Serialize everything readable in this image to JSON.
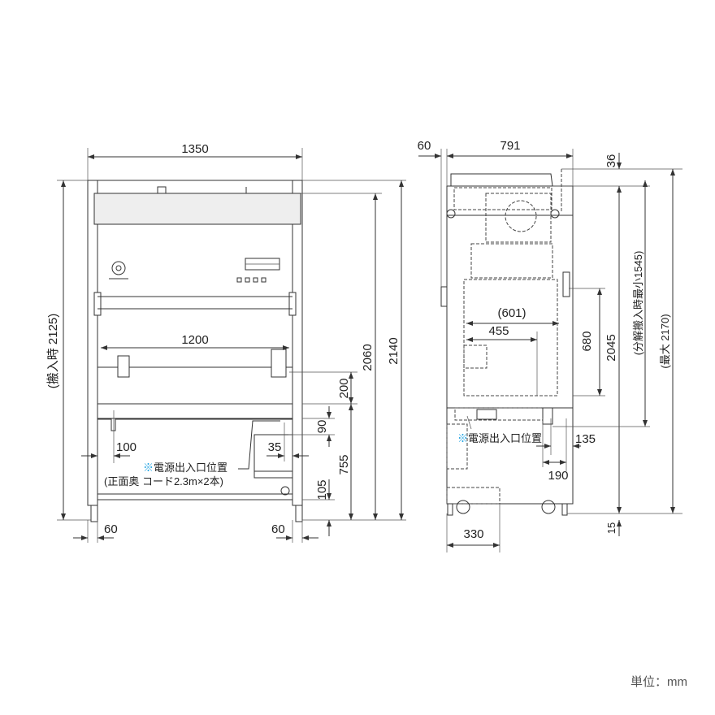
{
  "front_view": {
    "width_overall": "1350",
    "width_inner": "1200",
    "height_transport": "(搬入時 2125)",
    "height_2060": "2060",
    "height_2140": "2140",
    "dim_200": "200",
    "dim_90": "90",
    "dim_755": "755",
    "dim_105": "105",
    "dim_100": "100",
    "dim_35": "35",
    "dim_60_left": "60",
    "dim_60_right": "60",
    "power_note_mark": "※",
    "power_note": "電源出入口位置",
    "power_note_detail": "(正面奥 コード2.3m×2本)"
  },
  "side_view": {
    "dim_60": "60",
    "dim_791": "791",
    "dim_36": "36",
    "dim_601": "(601)",
    "dim_455": "455",
    "dim_680": "680",
    "dim_2045": "2045",
    "dim_disassembled": "(分解搬入時最小1545)",
    "dim_max": "(最大 2170)",
    "dim_135": "135",
    "dim_190": "190",
    "dim_330": "330",
    "dim_15": "15",
    "power_note_mark": "※",
    "power_note": "電源出入口位置"
  },
  "unit_label": "単位：mm",
  "colors": {
    "line": "#333333",
    "note_mark": "#1aa0e0"
  }
}
